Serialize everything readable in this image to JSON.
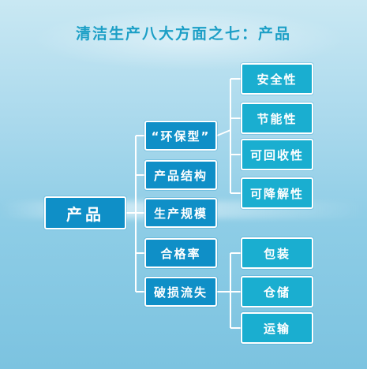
{
  "title": "清洁生产八大方面之七：产品",
  "root": "产品",
  "branches": [
    {
      "label": "“环保型”",
      "children": [
        "安全性",
        "节能性",
        "可回收性",
        "可降解性"
      ]
    },
    {
      "label": "产品结构",
      "children": []
    },
    {
      "label": "生产规模",
      "children": []
    },
    {
      "label": "合格率",
      "children": []
    },
    {
      "label": "破损流失",
      "children": [
        "包装",
        "仓储",
        "运输"
      ]
    }
  ],
  "colors": {
    "node": "#0f8fc7",
    "leaf": "#1aaed0",
    "line": "#ffffff",
    "title": "#1c9fc6"
  }
}
